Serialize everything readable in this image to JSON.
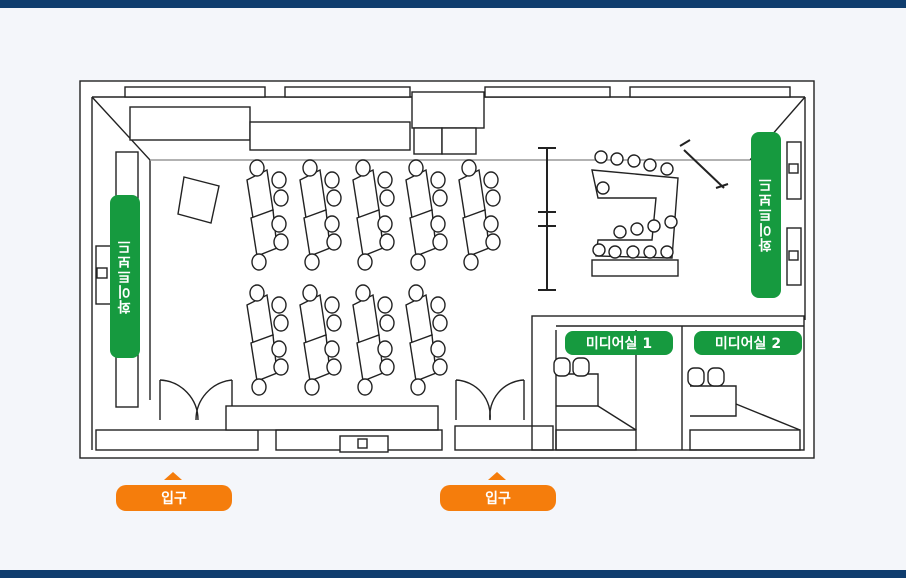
{
  "labels": {
    "whiteboard_left": "화이트보드",
    "whiteboard_right": "화이트보드",
    "media_room_1": "미디어실 1",
    "media_room_2": "미디어실 2",
    "entrance_left": "입구",
    "entrance_right": "입구"
  },
  "colors": {
    "header_bar": "#0f3d6e",
    "whiteboard_tag": "#169a3f",
    "entrance_tag": "#f57d0c"
  }
}
